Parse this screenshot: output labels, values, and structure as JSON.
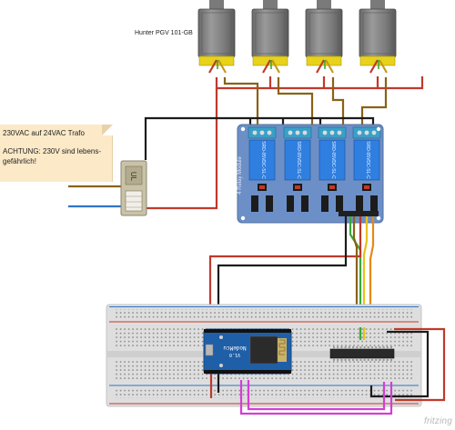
{
  "valves": {
    "label": "Hunter PGV 101-GB",
    "count": 4
  },
  "note": {
    "line1": "230VAC auf 24VAC Trafo",
    "line2": "ACHTUNG: 230V sind lebens-",
    "line3": "gefährlich!"
  },
  "relay_module": {
    "side_label": "4 Relay Module",
    "relay_text": "SRD-05VDC-SL-C",
    "channels": 4
  },
  "transformer": {
    "symbol": "UL"
  },
  "nodemcu": {
    "title": "NodeMcu",
    "version": "V1.0"
  },
  "brand": "fritzing",
  "colors": {
    "wire_red": "#c0392b",
    "wire_brown": "#8a6215",
    "wire_black": "#1c1c1c",
    "wire_green": "#3aa83a",
    "wire_yellow": "#e8c21a",
    "wire_magenta": "#d23fd2",
    "wire_blue": "#2f74c7",
    "relay_board": "#6c8fc7",
    "relay_block": "#2f7fe0",
    "nodemcu": "#1f5fa8",
    "note_bg": "#fbe9c8"
  }
}
